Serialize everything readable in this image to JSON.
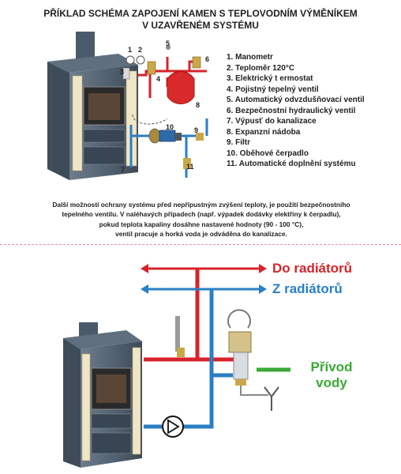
{
  "title": {
    "line1": "PŘÍKLAD SCHÉMA ZAPOJENÍ KAMEN S TEPLOVODNÍM VÝMĚNÍKEM",
    "line2": "V UZAVŘENÉM SYSTÉMU"
  },
  "legend": [
    "1. Manometr",
    "2. Teploměr 120°C",
    "3. Elektrický t ermostat",
    "4. Pojistný tepelný ventil",
    "5. Automatický odvzdušňovací ventil",
    "6. Bezpečnostní hydraulický ventil",
    "7. Výpusť do kanalizace",
    "8. Expanzní nádoba",
    "9. Filtr",
    "10. Oběhové čerpadlo",
    "11. Automatické doplnění systému"
  ],
  "component_numbers": {
    "n1": "1",
    "n2": "2",
    "n3": "3",
    "n4": "4",
    "n5": "5",
    "n6": "6",
    "n7": "7",
    "n8": "8",
    "n9": "9",
    "n10": "10",
    "n11": "11"
  },
  "description": [
    "Další možností ochrany systému před nepřípustným zvýšení teploty, je použití bezpečnostního",
    "tepelného ventilu. V naléhavých případech (např. výpadek dodávky elektřiny k čerpadlu),",
    "pokud teplota kapaliny dosáhne nastavené hodnoty (90 - 100 °C),",
    "ventil pracuje a horká voda je odváděna do kanalizace."
  ],
  "lower": {
    "to_radiators": "Do radiátorů",
    "from_radiators": "Z radiátorů",
    "supply_line1": "Přívod",
    "supply_line2": "vody"
  },
  "colors": {
    "hot_pipe": "#d8232a",
    "cold_pipe": "#2a7fc4",
    "supply_pipe": "#3aa935",
    "stove_body": "#4a5a6a",
    "stove_tile": "#efe6c8",
    "expansion_tank": "#d82a2a"
  }
}
